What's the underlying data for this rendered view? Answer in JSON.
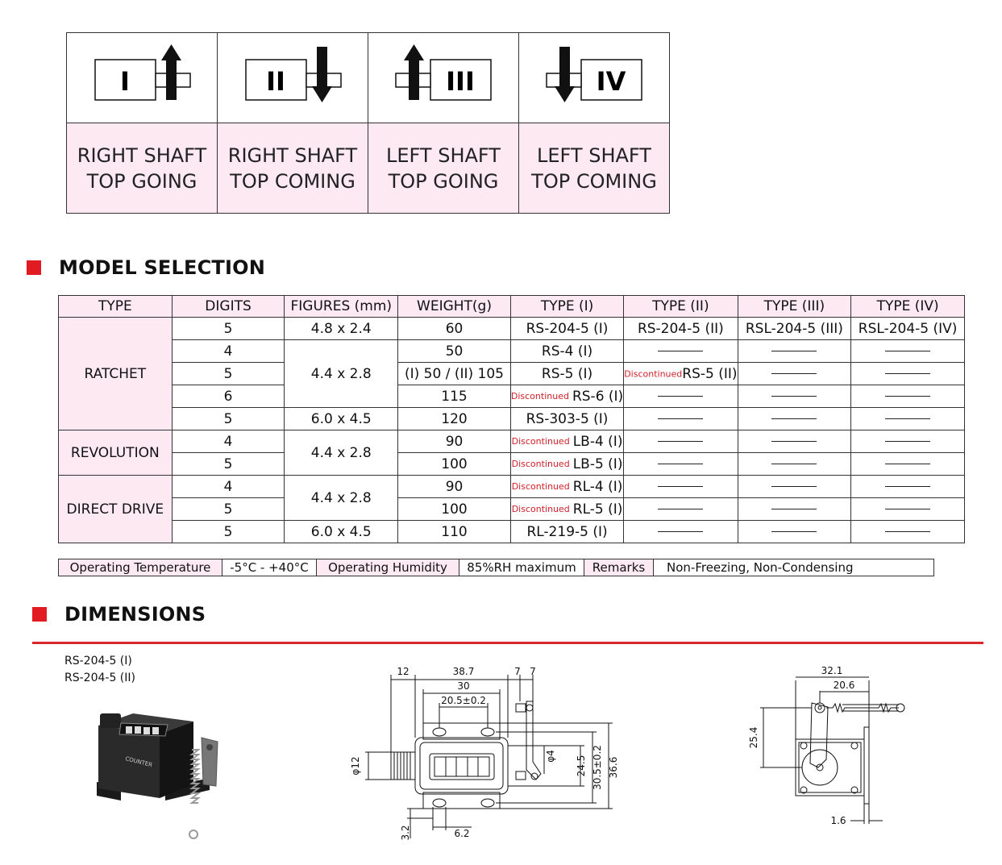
{
  "shaft_types": [
    {
      "numeral": "I",
      "line1": "RIGHT SHAFT",
      "line2": "TOP GOING"
    },
    {
      "numeral": "II",
      "line1": "RIGHT SHAFT",
      "line2": "TOP COMING"
    },
    {
      "numeral": "III",
      "line1": "LEFT SHAFT",
      "line2": "TOP GOING"
    },
    {
      "numeral": "IV",
      "line1": "LEFT SHAFT",
      "line2": "TOP COMING"
    }
  ],
  "model_selection": {
    "title": "MODEL SELECTION",
    "headers": [
      "TYPE",
      "DIGITS",
      "FIGURES (mm)",
      "WEIGHT(g)",
      "TYPE (I)",
      "TYPE (II)",
      "TYPE (III)",
      "TYPE (IV)"
    ],
    "groups": {
      "ratchet": "RATCHET",
      "revolution": "REVOLUTION",
      "direct_drive": "DIRECT DRIVE"
    },
    "discontinued_label": "Discontinued",
    "rows": [
      {
        "digits": "5",
        "figures": "4.8 x 2.4",
        "weight": "60",
        "t1": "RS-204-5 (I)",
        "t2": "RS-204-5 (II)",
        "t3": "RSL-204-5 (III)",
        "t4": "RSL-204-5 (IV)"
      },
      {
        "digits": "4",
        "figures": "4.4 x 2.8",
        "weight": "50",
        "t1": "RS-4 (I)"
      },
      {
        "digits": "5",
        "weight": "(I) 50 / (II) 105",
        "t1": "RS-5 (I)",
        "t2": "RS-5 (II)"
      },
      {
        "digits": "6",
        "weight": "115",
        "t1": "RS-6 (I)"
      },
      {
        "digits": "5",
        "figures": "6.0 x 4.5",
        "weight": "120",
        "t1": "RS-303-5 (I)"
      },
      {
        "digits": "4",
        "figures": "4.4 x 2.8",
        "weight": "90",
        "t1": "LB-4 (I)"
      },
      {
        "digits": "5",
        "weight": "100",
        "t1": "LB-5 (I)"
      },
      {
        "digits": "4",
        "figures": "4.4 x 2.8",
        "weight": "90",
        "t1": "RL-4 (I)"
      },
      {
        "digits": "5",
        "weight": "100",
        "t1": "RL-5 (I)"
      },
      {
        "digits": "5",
        "figures": "6.0 x 4.5",
        "weight": "110",
        "t1": "RL-219-5 (I)"
      }
    ]
  },
  "conditions": {
    "temp_label": "Operating Temperature",
    "temp_value": "-5°C - +40°C",
    "humidity_label": "Operating Humidity",
    "humidity_value": "85%RH maximum",
    "remarks_label": "Remarks",
    "remarks_value": "Non-Freezing, Non-Condensing"
  },
  "dimensions": {
    "title": "DIMENSIONS",
    "models": [
      "RS-204-5 (I)",
      "RS-204-5 (II)"
    ],
    "photo_label": "COUNTER",
    "front_view": {
      "d12": "12",
      "d38_7": "38.7",
      "d30": "30",
      "d20_5": "20.5±0.2",
      "d7a": "7",
      "d7b": "7",
      "dia12": "φ12",
      "dia4": "φ4",
      "d24_5": "24.5",
      "d30_5": "30.5±0.2",
      "d36_6": "36.6",
      "d3_2": "3.2",
      "d6_2": "6.2"
    },
    "side_view": {
      "d32_1": "32.1",
      "d20_6": "20.6",
      "d25_4": "25.4",
      "d1_6": "1.6"
    }
  },
  "colors": {
    "accent": "#e21b22",
    "pink": "#fde9f1",
    "discontinued": "#d0202a"
  }
}
